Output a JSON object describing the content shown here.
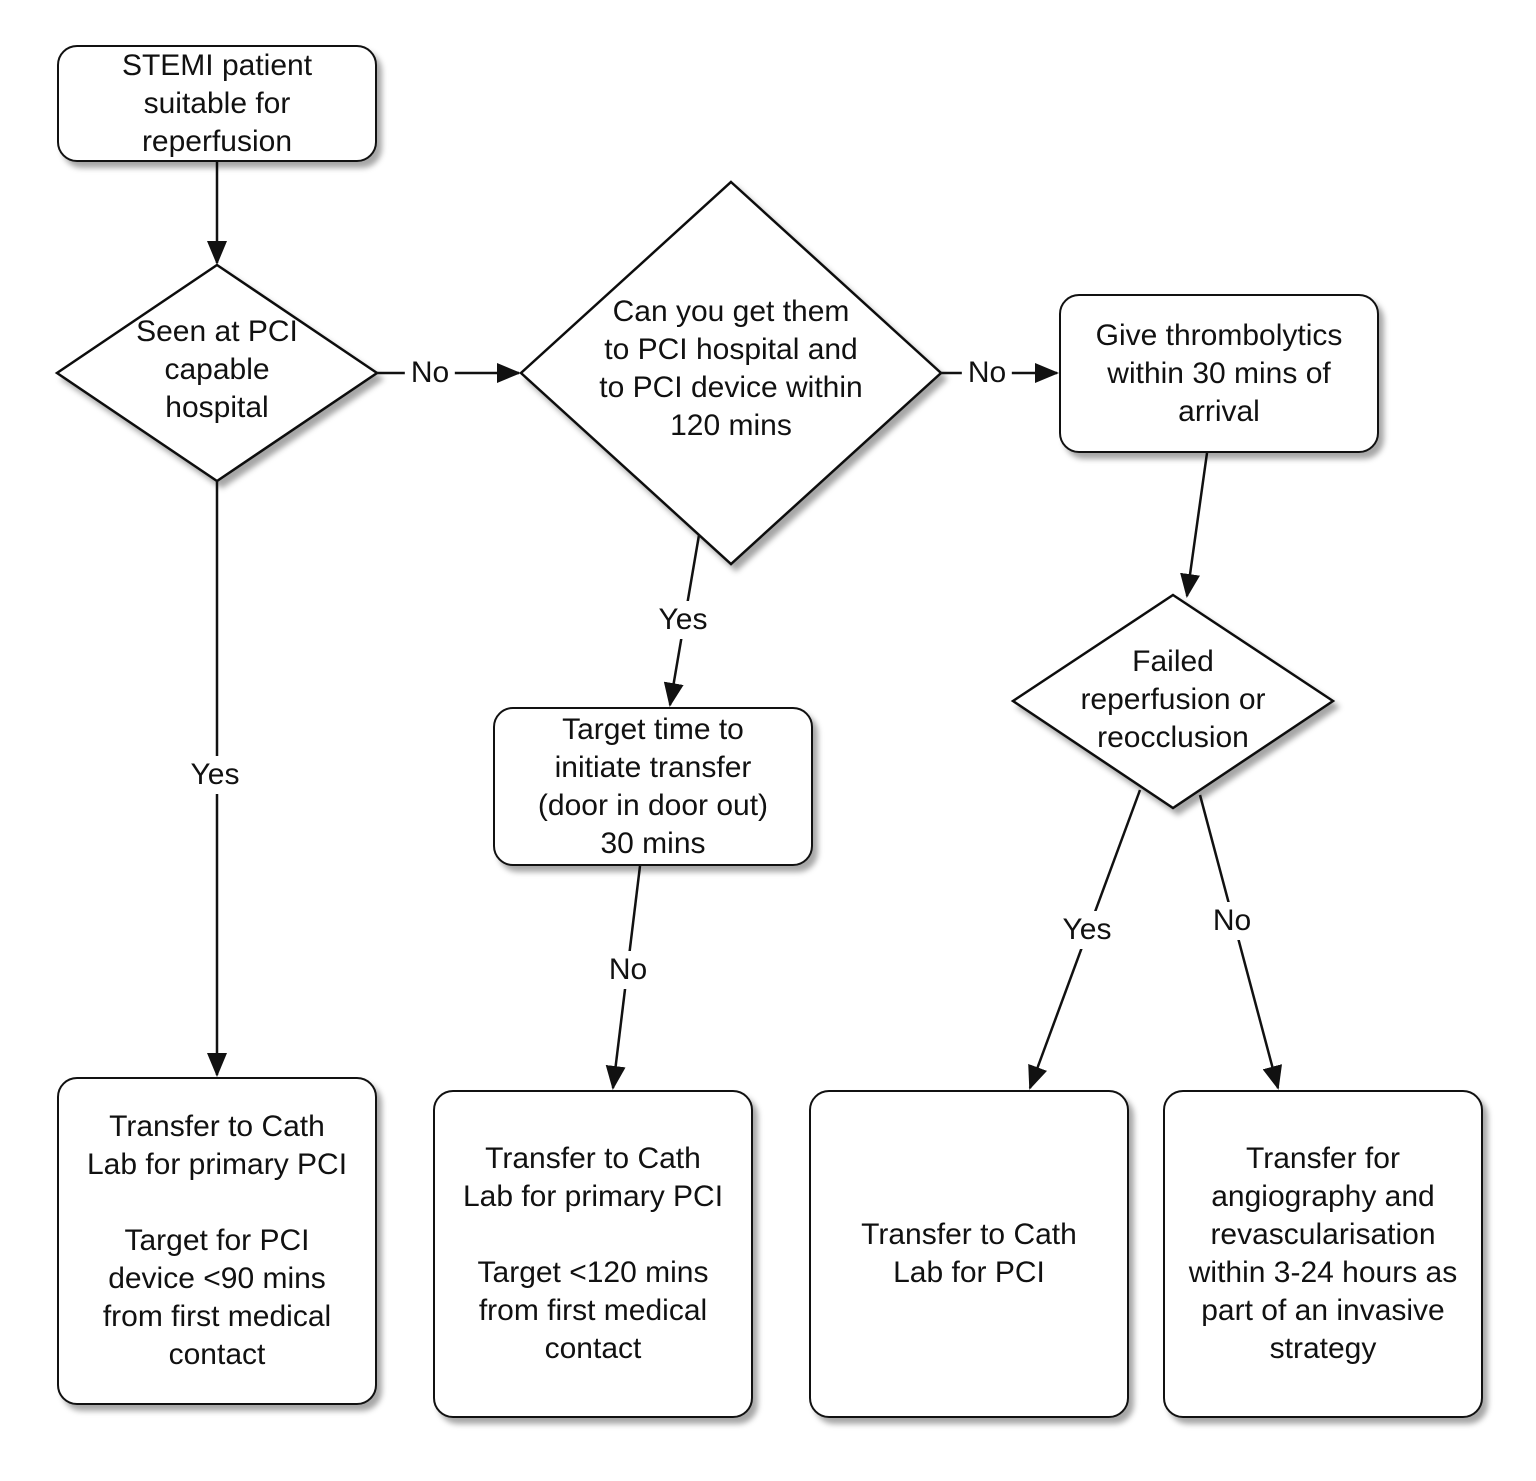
{
  "nodes": {
    "start": "STEMI patient\nsuitable for\nreperfusion",
    "q_pci_capable": "Seen at PCI\ncapable\nhospital",
    "q_within_120": "Can you get them\nto PCI hospital and\nto PCI device within\n120 mins",
    "thrombolytics": "Give thrombolytics\nwithin 30 mins of\narrival",
    "target_transfer": "Target time to\ninitiate transfer\n(door in door out)\n30 mins",
    "q_failed": "Failed\nreperfusion or\nreocclusion",
    "out_primary_90": {
      "line1": "Transfer to Cath\nLab for primary PCI",
      "line2": "Target for PCI\ndevice <90 mins\nfrom first medical\ncontact"
    },
    "out_primary_120": {
      "line1": "Transfer to Cath\nLab for primary PCI",
      "line2": "Target <120 mins\nfrom first medical\ncontact"
    },
    "out_cath_pci": "Transfer to Cath\nLab for PCI",
    "out_angiography": "Transfer for\nangiography and\nrevascularisation\nwithin 3-24 hours as\npart of an invasive\nstrategy"
  },
  "edges": {
    "pci_no": "No",
    "pci_yes": "Yes",
    "within120_no": "No",
    "within120_yes": "Yes",
    "target_no": "No",
    "failed_yes": "Yes",
    "failed_no": "No"
  }
}
